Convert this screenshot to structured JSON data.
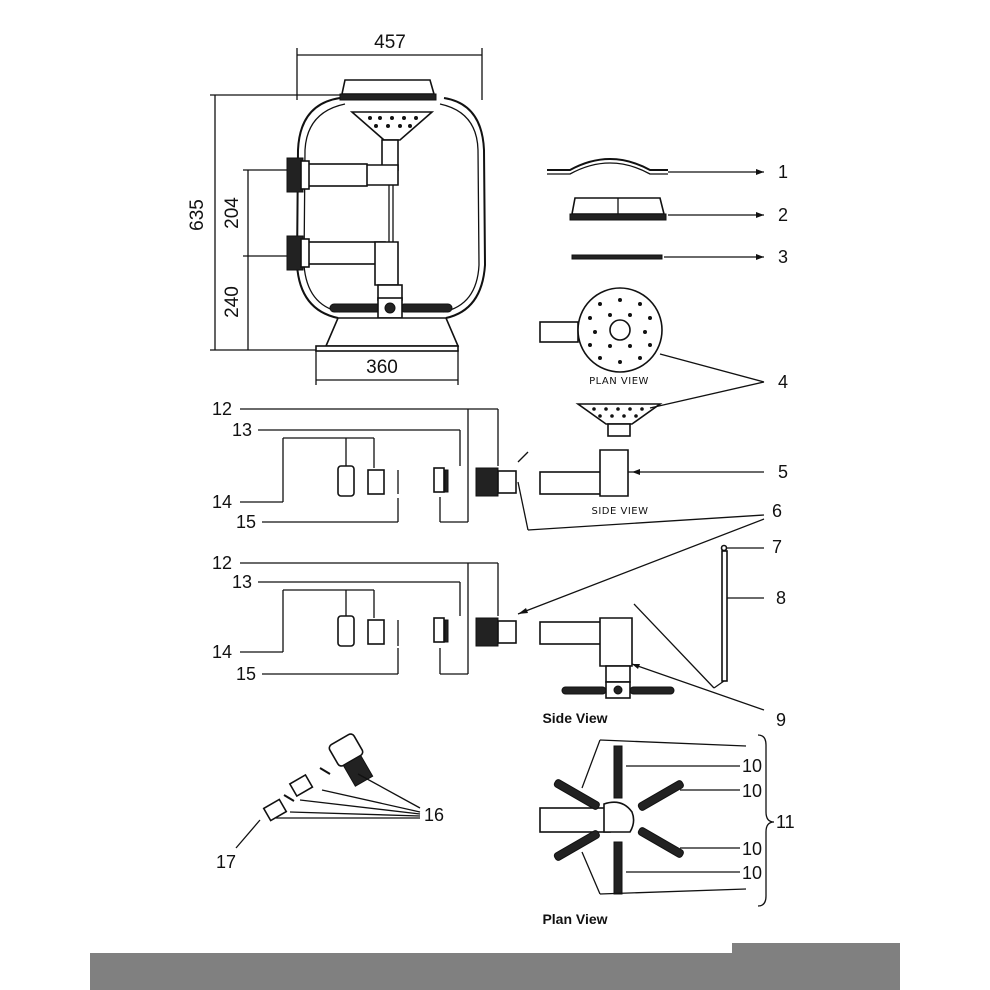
{
  "dimensions": {
    "top_width": "457",
    "total_height": "635",
    "port_spacing": "204",
    "bottom_port_height": "240",
    "base_width": "360"
  },
  "captions": {
    "plan_view_lateral": "PLAN VIEW",
    "side_view_lateral": "SIDE VIEW",
    "side_view_collector": "Side View",
    "plan_view_collector": "Plan View"
  },
  "part_numbers": [
    "1",
    "2",
    "3",
    "4",
    "5",
    "6",
    "7",
    "8",
    "9",
    "10",
    "11",
    "12",
    "13",
    "14",
    "15",
    "16",
    "17"
  ],
  "callout_12": "12",
  "callout_13": "13",
  "callout_14": "14",
  "callout_15": "15",
  "callout_10": "10",
  "colors": {
    "ink": "#111111",
    "footer": "#808080"
  }
}
